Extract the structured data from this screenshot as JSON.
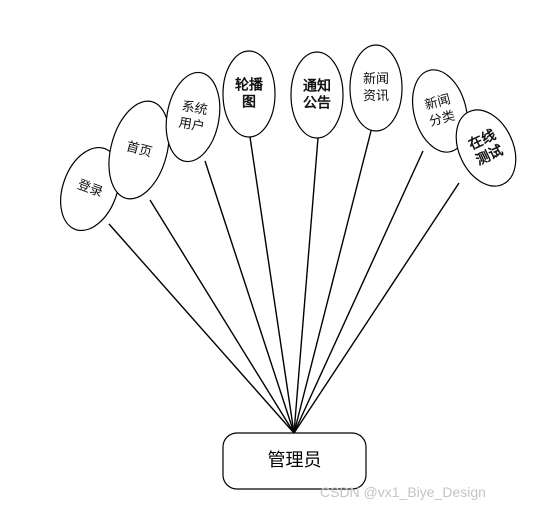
{
  "root": {
    "label": "管理员"
  },
  "nodes": [
    {
      "id": "login",
      "lines": [
        "登录"
      ]
    },
    {
      "id": "home",
      "lines": [
        "首页"
      ]
    },
    {
      "id": "system-users",
      "lines": [
        "系统",
        "用户"
      ]
    },
    {
      "id": "carousel",
      "lines": [
        "轮播",
        "图"
      ]
    },
    {
      "id": "notices",
      "lines": [
        "通知",
        "公告"
      ]
    },
    {
      "id": "news-info",
      "lines": [
        "新闻",
        "资讯"
      ]
    },
    {
      "id": "news-category",
      "lines": [
        "新闻",
        "分类"
      ]
    },
    {
      "id": "online-test",
      "lines": [
        "在线",
        "测试"
      ]
    }
  ],
  "watermark": "CSDN @vx1_Biye_Design"
}
